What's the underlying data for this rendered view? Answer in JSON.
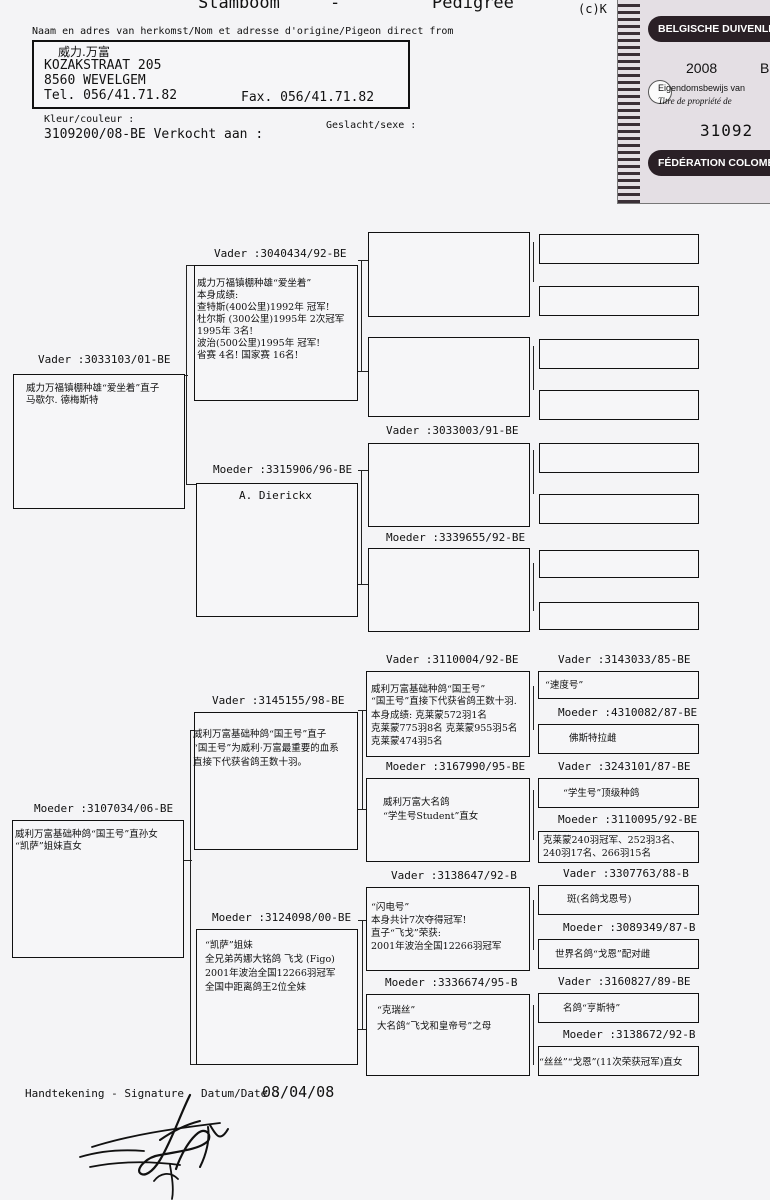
{
  "header": {
    "title_left": "Stamboom",
    "dash": "-",
    "title_right": "Pedigree",
    "copyright": "(c)K",
    "origin_label": "Naam en adres van herkomst/Nom et adresse d'origine/Pigeon direct from",
    "owner": {
      "name": "威力.万富",
      "street": "KOZAKSTRAAT 205",
      "city": "8560 WEVELGEM",
      "tel": "Tel. 056/41.71.82",
      "fax": "Fax. 056/41.71.82"
    },
    "color_label": "Kleur/couleur :",
    "sex_label": "Geslacht/sexe :",
    "ring_line": "3109200/08-BE Verkocht aan :"
  },
  "stamp": {
    "top_band": "BELGISCHE DUIVENLIEFHE",
    "year": "2008",
    "year_suffix": "B",
    "line1": "Eigendomsbewijs van",
    "line2": "Titre de propriété de",
    "ring": "31092",
    "bottom_band": "FÉDÉRATION COLOMBO"
  },
  "pedigree": {
    "sire": {
      "label": "Vader :3033103/01-BE",
      "lines": [
        "威力万福镇棚种雄“爱坐着”直子",
        "马歇尔. 德梅斯特"
      ]
    },
    "dam": {
      "label": "Moeder :3107034/06-BE",
      "lines": [
        "威利万富基础种鸽“国王号”直孙女",
        "“凯萨”姐妹直女"
      ]
    },
    "ss": {
      "label": "Vader :3040434/92-BE",
      "lines": [
        "威力万福镇棚种雄“爱坐着”",
        "本身成绩:",
        "查特斯(400公里)1992年 冠军!",
        "杜尔斯 (300公里)1995年 2次冠军",
        " 1995年 3名!",
        "波治(500公里)1995年 冠军!",
        "省赛 4名! 国家赛 16名!"
      ]
    },
    "sd": {
      "label": "Moeder :3315906/96-BE",
      "lines": [
        "A. Dierickx"
      ]
    },
    "sds": {
      "label": "Vader :3033003/91-BE"
    },
    "sdd": {
      "label": "Moeder :3339655/92-BE"
    },
    "ds": {
      "label": "Vader :3145155/98-BE",
      "lines": [
        "威利万富基础种鸽“国王号”直子",
        "“国王号”为威利·万富最重要的血系",
        "直接下代获省鸽王数十羽。"
      ]
    },
    "dd": {
      "label": "Moeder :3124098/00-BE",
      "lines": [
        "“凯萨”姐妹",
        "全兄弟芮娜大铭鸽 飞戈 (Figo)",
        "2001年波治全国12266羽冠军",
        "全国中距离鸽王2位全妹"
      ]
    },
    "dss": {
      "label": "Vader :3110004/92-BE",
      "lines": [
        "威利万富基础种鸽“国王号”",
        "“国王号”直接下代获省鸽王数十羽.",
        "本身成绩: 克莱蒙572羽1名",
        "克莱蒙775羽8名 克莱蒙955羽5名",
        "克莱蒙474羽5名"
      ]
    },
    "dsd": {
      "label": "Moeder :3167990/95-BE",
      "lines": [
        "威利万富大名鸽",
        "“学生号Student”直女"
      ]
    },
    "dds": {
      "label": "Vader :3138647/92-B",
      "lines": [
        "“闪电号”",
        "本身共计7次夺得冠军!",
        "直子“飞戈”荣获:",
        "2001年波治全国12266羽冠军"
      ]
    },
    "ddd": {
      "label": "Moeder :3336674/95-B",
      "lines": [
        "“克瑞丝”",
        "大名鸽“飞戈和皇帝号”之母"
      ]
    },
    "dsss": {
      "label": "Vader :3143033/85-BE",
      "text": "“速度号”"
    },
    "dssd": {
      "label": "Moeder :4310082/87-BE",
      "text": "佛斯特拉雌"
    },
    "dsds": {
      "label": "Vader :3243101/87-BE",
      "text": "“学生号”顶级种鸽"
    },
    "dsdd": {
      "label": "Moeder :3110095/92-BE",
      "lines": [
        "克莱蒙240羽冠军、252羽3名、",
        "240羽17名、266羽15名"
      ]
    },
    "ddss": {
      "label": "Vader :3307763/88-B",
      "text": "斑(名鸽戈恩号)"
    },
    "ddsd": {
      "label": "Moeder :3089349/87-B",
      "text": "世界名鸽“戈恩”配对雌"
    },
    "ddds": {
      "label": "Vader :3160827/89-BE",
      "text": "名鸽“亨斯特”"
    },
    "dddd": {
      "label": "Moeder :3138672/92-B",
      "text": "“丝丝”“戈恩”(11次荣获冠军)直女"
    }
  },
  "footer": {
    "signature_label": "Handtekening - Signature",
    "date_label": "Datum/Date :",
    "date_value": "08/04/08"
  }
}
